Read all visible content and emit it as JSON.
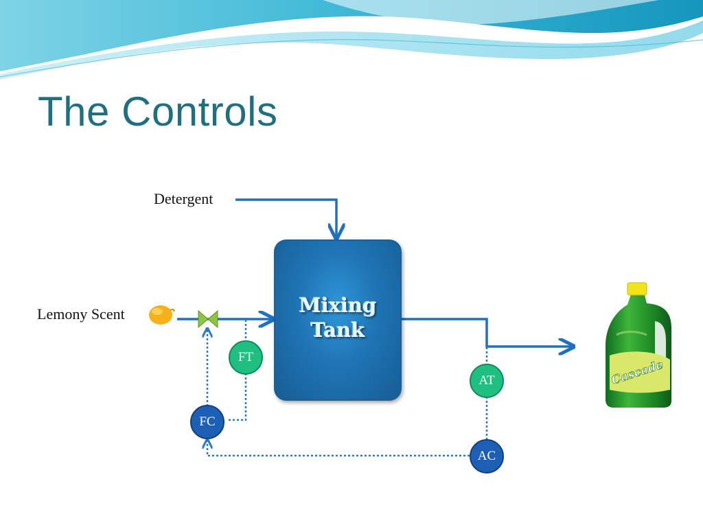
{
  "slide": {
    "title": "The Controls"
  },
  "diagram": {
    "labels": {
      "detergent": "Detergent",
      "lemony_scent": "Lemony Scent"
    },
    "tank": {
      "text": "Mixing\nTank"
    },
    "instruments": {
      "ft": "FT",
      "fc": "FC",
      "at": "AT",
      "ac": "AC"
    },
    "product_image": {
      "brand_text": "Cascade"
    },
    "colors": {
      "title": "#1e6f80",
      "process_line": "#1f6fc2",
      "signal_line": "#2a78c8",
      "tank": "#1f74b5",
      "transmitter": "#1fbf82",
      "controller": "#1d5fb5",
      "valve": "#8cc63f"
    },
    "icons": [
      "lemon-icon",
      "control-valve-icon",
      "detergent-bottle-icon"
    ]
  }
}
